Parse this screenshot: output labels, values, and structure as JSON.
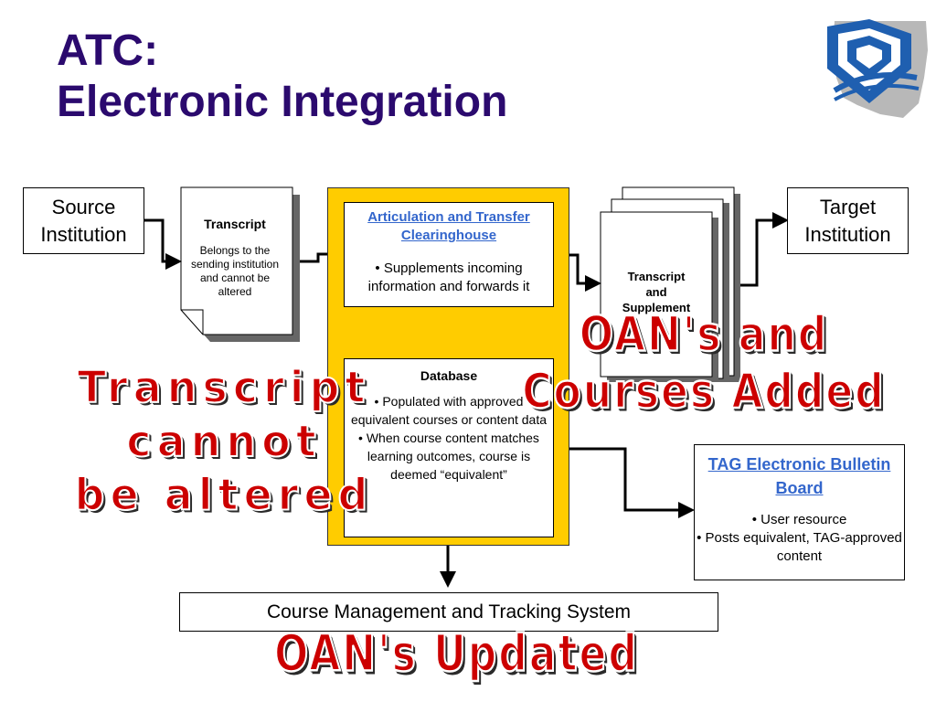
{
  "title": {
    "line1": "ATC:",
    "line2": "Electronic Integration"
  },
  "source": {
    "line1": "Source",
    "line2": "Institution"
  },
  "target": {
    "line1": "Target",
    "line2": "Institution"
  },
  "transcript_doc": {
    "heading": "Transcript",
    "body": "Belongs to the sending institution and cannot be altered"
  },
  "clearinghouse": {
    "title": "Articulation and Transfer Clearinghouse",
    "bullet": "• Supplements incoming information and forwards it"
  },
  "database": {
    "heading": "Database",
    "bullet1": "• Populated with approved equivalent courses or content data",
    "bullet2": "• When course content matches learning outcomes, course is deemed “equivalent”"
  },
  "supplement_doc": {
    "line1": "Transcript",
    "line2": "and",
    "line3": "Supplement"
  },
  "tag": {
    "title": "TAG Electronic Bulletin Board",
    "bullet1": "• User resource",
    "bullet2": "• Posts equivalent, TAG-approved content"
  },
  "cmts": {
    "label": "Course Management and Tracking System"
  },
  "callouts": {
    "oans_added_1": "OAN's and",
    "oans_added_2": "Courses Added",
    "transcript_1": "Transcript",
    "transcript_2": "cannot",
    "transcript_3": "be altered",
    "oans_updated": "OAN's Updated"
  },
  "colors": {
    "title": "#2b0a6e",
    "panel": "#ffcc00",
    "link": "#3366cc",
    "wordart": "#cc0000",
    "logo_blue": "#1f5fb0",
    "logo_gray": "#b8b8b8"
  }
}
